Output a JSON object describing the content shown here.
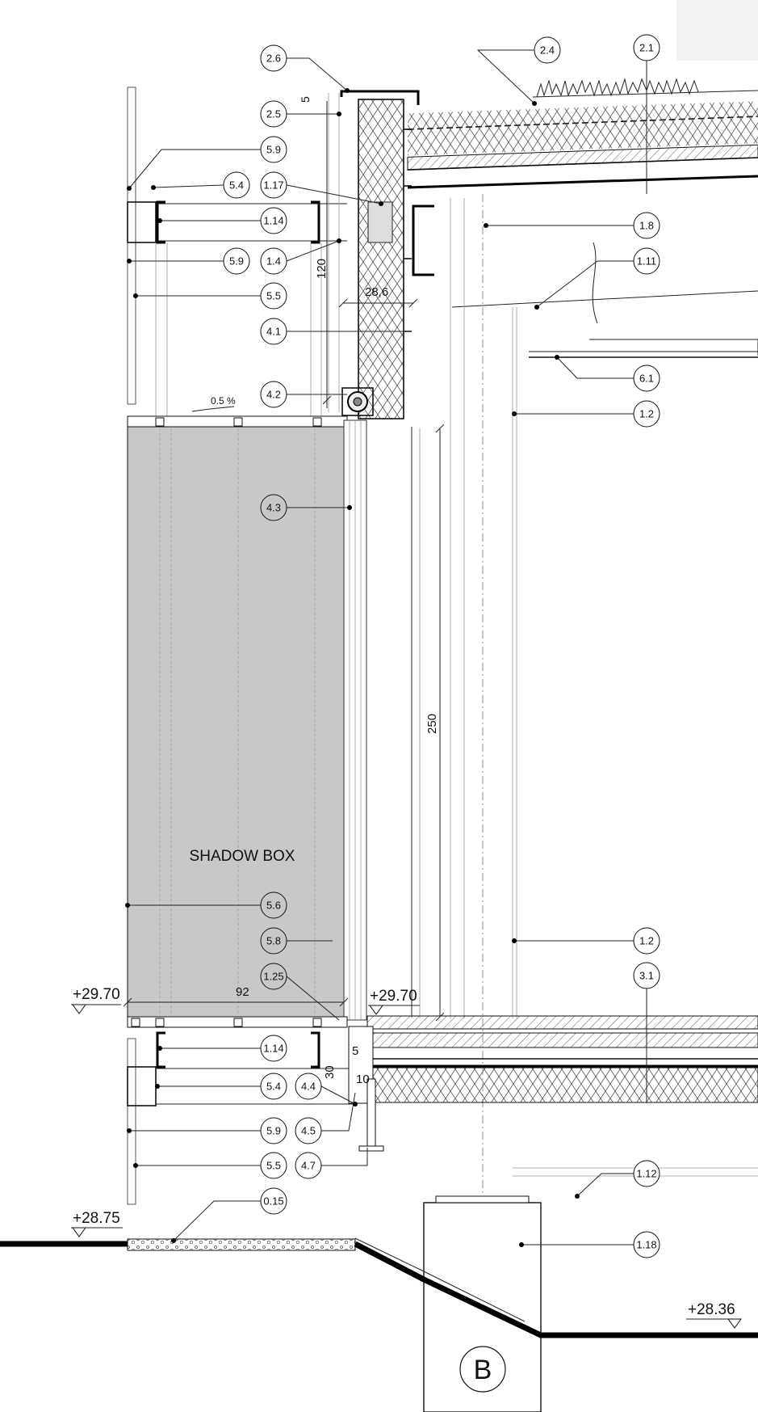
{
  "tags": [
    {
      "id": "tag-2-6",
      "label": "2.6"
    },
    {
      "id": "tag-2-4",
      "label": "2.4"
    },
    {
      "id": "tag-2-1",
      "label": "2.1"
    },
    {
      "id": "tag-2-5",
      "label": "2.5"
    },
    {
      "id": "tag-5-9-top",
      "label": "5.9"
    },
    {
      "id": "tag-5-4-top",
      "label": "5.4"
    },
    {
      "id": "tag-1-17",
      "label": "1.17"
    },
    {
      "id": "tag-1-14-top",
      "label": "1.14"
    },
    {
      "id": "tag-1-8",
      "label": "1.8"
    },
    {
      "id": "tag-5-9-mid",
      "label": "5.9"
    },
    {
      "id": "tag-1-4",
      "label": "1.4"
    },
    {
      "id": "tag-1-11",
      "label": "1.11"
    },
    {
      "id": "tag-5-5-top",
      "label": "5.5"
    },
    {
      "id": "tag-4-1",
      "label": "4.1"
    },
    {
      "id": "tag-6-1",
      "label": "6.1"
    },
    {
      "id": "tag-4-2",
      "label": "4.2"
    },
    {
      "id": "tag-1-2-top",
      "label": "1.2"
    },
    {
      "id": "tag-4-3",
      "label": "4.3"
    },
    {
      "id": "tag-5-6",
      "label": "5.6"
    },
    {
      "id": "tag-1-2-bottom",
      "label": "1.2"
    },
    {
      "id": "tag-5-8",
      "label": "5.8"
    },
    {
      "id": "tag-3-1",
      "label": "3.1"
    },
    {
      "id": "tag-1-25",
      "label": "1.25"
    },
    {
      "id": "tag-1-14-bottom",
      "label": "1.14"
    },
    {
      "id": "tag-5-4-bottom",
      "label": "5.4"
    },
    {
      "id": "tag-4-4",
      "label": "4.4"
    },
    {
      "id": "tag-5-9-bottom",
      "label": "5.9"
    },
    {
      "id": "tag-4-5",
      "label": "4.5"
    },
    {
      "id": "tag-5-5-bottom",
      "label": "5.5"
    },
    {
      "id": "tag-4-7",
      "label": "4.7"
    },
    {
      "id": "tag-1-12",
      "label": "1.12"
    },
    {
      "id": "tag-0-15",
      "label": "0.15"
    },
    {
      "id": "tag-1-18",
      "label": "1.18"
    }
  ],
  "dimensions": {
    "d5_top": "5",
    "d120": "120",
    "d28_6": "28,6",
    "d250": "250",
    "d92": "92",
    "d5_bottom": "5",
    "d30": "30",
    "d10": "10"
  },
  "slope_label": "0.5 %",
  "shadow_box_label": "SHADOW BOX",
  "levels": {
    "left_29_70": "+29.70",
    "right_29_70": "+29.70",
    "ground_28_75": "+28.75",
    "ground_28_36": "+28.36"
  },
  "grid_label": "B"
}
